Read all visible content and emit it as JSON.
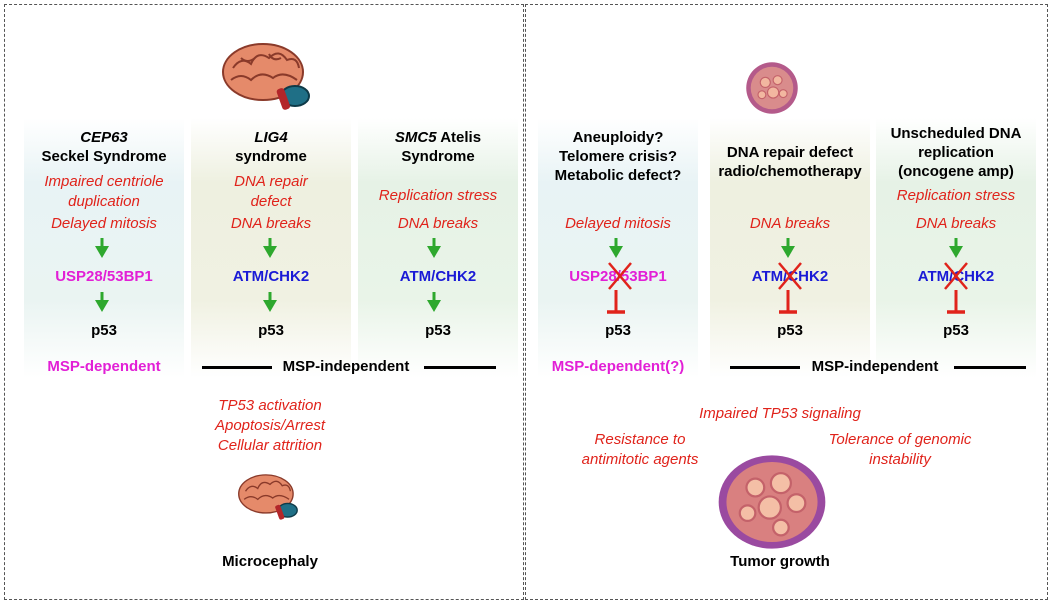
{
  "left": {
    "columns": [
      {
        "gene": "CEP63",
        "title": "Seckel Syndrome",
        "effects": [
          "Impaired centriole",
          "duplication",
          "Delayed mitosis"
        ],
        "mediator": "USP28/53BP1",
        "target": "p53"
      },
      {
        "gene": "LIG4",
        "title": "syndrome",
        "effects": [
          "DNA repair",
          "defect",
          "DNA breaks"
        ],
        "mediator": "ATM/CHK2",
        "target": "p53"
      },
      {
        "gene": "SMC5",
        "title_part": "Atelis",
        "title": "Syndrome",
        "effects": [
          "Replication stress",
          "DNA breaks"
        ],
        "mediator": "ATM/CHK2",
        "target": "p53"
      }
    ],
    "msp_dependent": "MSP-dependent",
    "msp_independent": "MSP-independent",
    "outcome_lines": [
      "TP53 activation",
      "Apoptosis/Arrest",
      "Cellular attrition"
    ],
    "result": "Microcephaly"
  },
  "right": {
    "columns": [
      {
        "title_lines": [
          "Aneuploidy?",
          "Telomere crisis?",
          "Metabolic defect?"
        ],
        "effect": "Delayed mitosis",
        "mediator": "USP28/53BP1",
        "target": "p53"
      },
      {
        "title_lines": [
          "DNA repair defect",
          "radio/chemotherapy"
        ],
        "effect": "DNA breaks",
        "mediator": "ATM/CHK2",
        "target": "p53"
      },
      {
        "title_lines": [
          "Unscheduled DNA",
          "replication",
          "(oncogene amp)"
        ],
        "effects": [
          "Replication stress",
          "DNA breaks"
        ],
        "mediator": "ATM/CHK2",
        "target": "p53"
      }
    ],
    "msp_dependent": "MSP-dependent(?)",
    "msp_independent": "MSP-independent",
    "outcome_center": "Impaired TP53 signaling",
    "outcome_left": [
      "Resistance to",
      "antimitotic agents"
    ],
    "outcome_right": [
      "Tolerance of genomic",
      "instability"
    ],
    "result": "Tumor growth"
  },
  "colors": {
    "red": "#e0231b",
    "magenta": "#e21fd6",
    "blue": "#1a1ad6",
    "arrow_green": "#2ea82e",
    "inhibit_red": "#e0231b"
  },
  "icons": [
    "brain-icon",
    "tumor-icon"
  ]
}
